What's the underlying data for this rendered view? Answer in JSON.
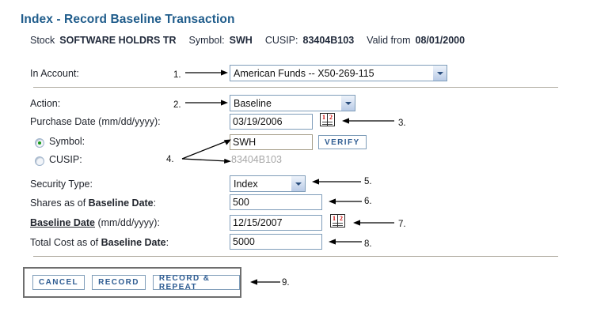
{
  "header": {
    "title": "Index - Record Baseline Transaction",
    "stock_label": "Stock",
    "stock_value": "SOFTWARE HOLDRS TR",
    "symbol_label": "Symbol:",
    "symbol_value": "SWH",
    "cusip_label": "CUSIP:",
    "cusip_value": "83404B103",
    "valid_label": "Valid from",
    "valid_value": "08/01/2000"
  },
  "form": {
    "in_account": {
      "label": "In Account:",
      "value": "American Funds -- X50-269-115"
    },
    "action": {
      "label": "Action:",
      "value": "Baseline"
    },
    "purchase_date": {
      "label": "Purchase Date (mm/dd/yyyy):",
      "value": "03/19/2006",
      "calendar_icon": "calendar-icon"
    },
    "symbol": {
      "label": "Symbol:",
      "value": "SWH",
      "selected": true,
      "verify_label": "VERIFY"
    },
    "cusip": {
      "label": "CUSIP:",
      "value": "83404B103",
      "selected": false
    },
    "security_type": {
      "label": "Security Type:",
      "value": "Index"
    },
    "shares": {
      "label_pre": "Shares as of ",
      "label_bold": "Baseline Date",
      "label_post": ":",
      "value": "500"
    },
    "baseline_date": {
      "label_bold": "Baseline Date",
      "label_post": " (mm/dd/yyyy):",
      "value": "12/15/2007",
      "calendar_icon": "calendar-icon"
    },
    "total_cost": {
      "label_pre": "Total Cost as of ",
      "label_bold": "Baseline Date",
      "label_post": ":",
      "value": "5000"
    }
  },
  "buttons": {
    "cancel": "CANCEL",
    "record": "RECORD",
    "record_repeat": "RECORD & REPEAT"
  },
  "markers": {
    "m1": "1.",
    "m2": "2.",
    "m3": "3.",
    "m4": "4.",
    "m5": "5.",
    "m6": "6.",
    "m7": "7.",
    "m8": "8.",
    "m9": "9."
  },
  "colors": {
    "title": "#1f5c8b",
    "button_text": "#2e5c92",
    "control_border": "#7f9db9",
    "divider": "#b0aba0",
    "radio_dot": "#169a16",
    "calendar_number": "#cc0000",
    "readonly_text": "#a8a8a8"
  }
}
